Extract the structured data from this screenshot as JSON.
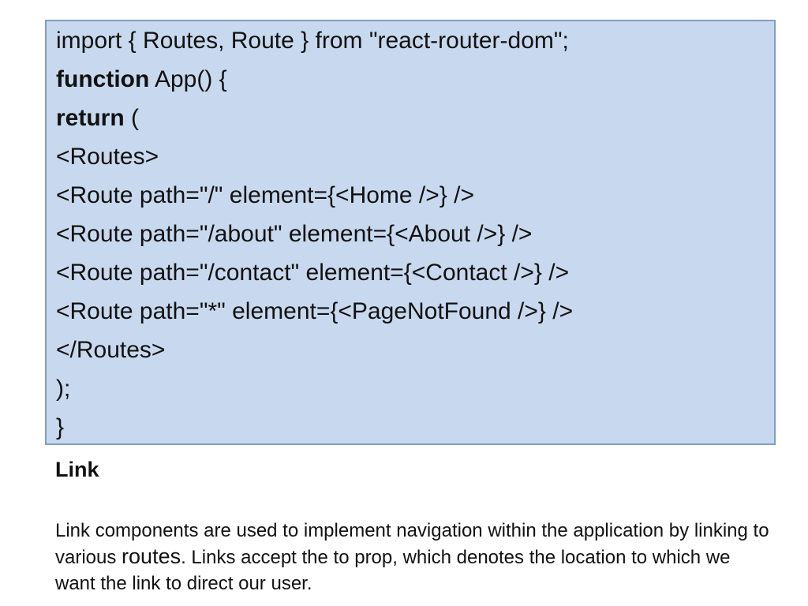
{
  "slide": {
    "text_color": "#111111",
    "code_box": {
      "colors": {
        "fill": "#c8d9ef",
        "border": "#7d9ec4"
      },
      "lines": [
        {
          "text": "import { Routes, Route } from \"react-router-dom\";"
        },
        {
          "keyword": "function",
          "text": " App() {"
        },
        {
          "keyword": "return",
          "text": " ("
        },
        {
          "text": "<Routes>"
        },
        {
          "text": "<Route path=\"/\" element={<Home />} />"
        },
        {
          "text": "<Route path=\"/about\" element={<About />} />"
        },
        {
          "text": "<Route path=\"/contact\" element={<Contact />} />"
        },
        {
          "text": "<Route path=\"*\" element={<PageNotFound />} />"
        },
        {
          "text": "</Routes>"
        },
        {
          "text": ");"
        },
        {
          "text": "}"
        }
      ]
    },
    "heading": "Link",
    "paragraph": {
      "part1": "Link components are used to implement navigation within the application by linking to\nvarious ",
      "highlight": "routes",
      "part2": ". Links accept the to prop, which denotes the location to which we\nwant the link to direct our user."
    }
  }
}
